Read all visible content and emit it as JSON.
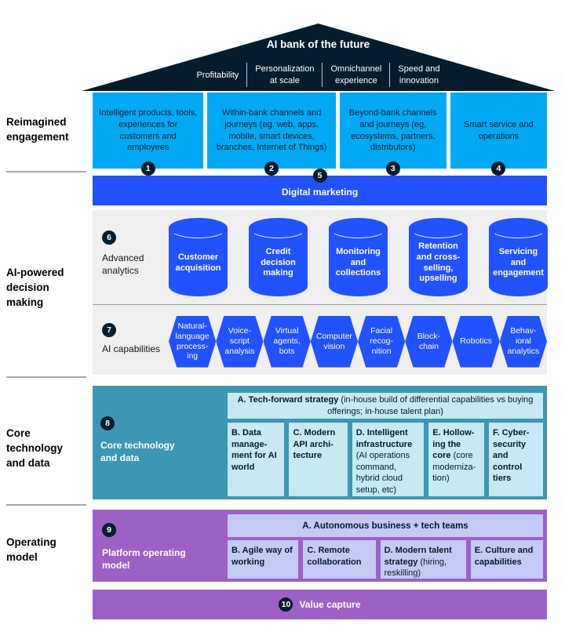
{
  "colors": {
    "navy": "#051c2c",
    "cyan": "#00a9f4",
    "blue": "#2251ff",
    "teal": "#3c96b4",
    "light_cyan": "#c6e9f3",
    "purple": "#9c61c5",
    "light_periwinkle": "#c5c9f6",
    "section_gray": "#efefef"
  },
  "roof": {
    "title": "AI bank of the future",
    "pillars": [
      "Profitability",
      "Personalization\nat scale",
      "Omnichannel\nexperience",
      "Speed and\ninnovation"
    ]
  },
  "left_labels": {
    "engagement": "Reimagined\nengagement",
    "decision": "AI-powered\ndecision\nmaking",
    "core": "Core\ntechnology\nand data",
    "operating": "Operating\nmodel"
  },
  "engagement": {
    "boxes": [
      {
        "num": "1",
        "text": "Intelligent products, tools, experiences for customers and employees"
      },
      {
        "num": "2",
        "text": "Within-bank channels and journeys (eg, web, apps, mobile, smart devices, branches, Internet of Things)"
      },
      {
        "num": "3",
        "text": "Beyond-bank channels and journeys (eg, ecosystems, partners, distributors)"
      },
      {
        "num": "4",
        "text": "Smart service and operations"
      }
    ]
  },
  "digital_marketing": {
    "num": "5",
    "label": "Digital marketing"
  },
  "advanced_analytics": {
    "num": "6",
    "label": "Advanced\nanalytics",
    "cylinders": [
      "Customer\nacquisition",
      "Credit\ndecision\nmaking",
      "Monitoring\nand\ncollections",
      "Retention\nand cross-\nselling,\nupselling",
      "Servicing\nand\nengagement"
    ]
  },
  "ai_capabilities": {
    "num": "7",
    "label": "AI capabilities",
    "hexagons": [
      "Natural-\nlanguage\nprocess-\ning",
      "Voice-\nscript\nanalysis",
      "Virtual\nagents,\nbots",
      "Computer\nvision",
      "Facial\nrecog-\nnition",
      "Block-\nchain",
      "Robotics",
      "Behav-\nioral\nanalytics"
    ]
  },
  "core_tech": {
    "num": "8",
    "label": "Core technology\nand data",
    "strategy": {
      "title": "A. Tech-forward strategy",
      "detail": "(in-house build of differential capabilities vs buying offerings; in-house talent plan)"
    },
    "boxes": [
      {
        "title": "B. Data manage-ment for AI world",
        "detail": ""
      },
      {
        "title": "C. Modern API archi-tecture",
        "detail": ""
      },
      {
        "title": "D. Intelligent infrastructure",
        "detail": "(AI operations command, hybrid cloud setup, etc)"
      },
      {
        "title": "E. Hollow-ing the core",
        "detail": "(core moderniza-tion)"
      },
      {
        "title": "F. Cyber-security and control tiers",
        "detail": ""
      }
    ]
  },
  "operating": {
    "num": "9",
    "label": "Platform operating\nmodel",
    "strategy": {
      "title": "A. Autonomous business + tech teams",
      "detail": ""
    },
    "boxes": [
      {
        "title": "B. Agile way of working",
        "detail": ""
      },
      {
        "title": "C. Remote collaboration",
        "detail": ""
      },
      {
        "title": "D. Modern talent strategy",
        "detail": "(hiring, reskilling)"
      },
      {
        "title": "E. Culture and capabilities",
        "detail": ""
      }
    ]
  },
  "value_capture": {
    "num": "10",
    "label": "Value capture"
  }
}
